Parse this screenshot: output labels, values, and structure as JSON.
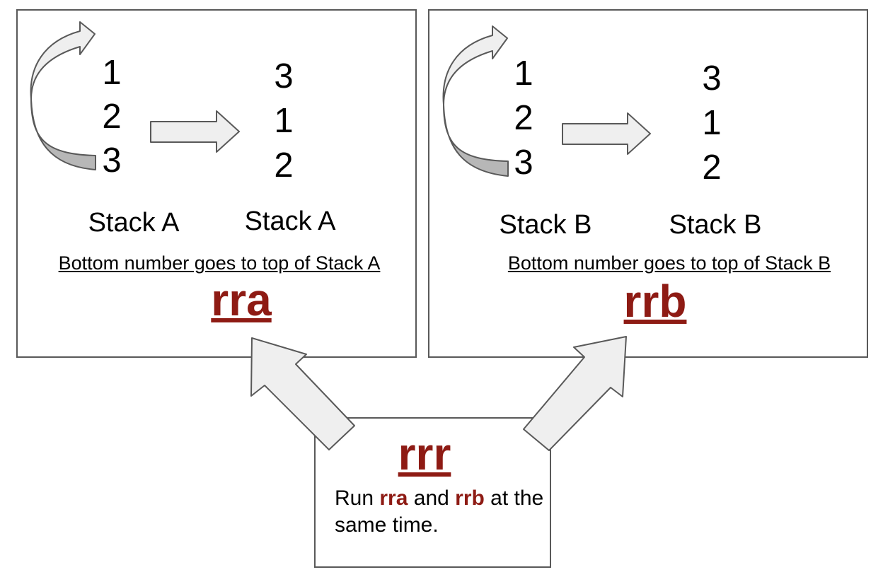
{
  "colors": {
    "accent": "#8e1b14",
    "arrow_fill": "#efefef",
    "arrow_dark": "#b7b7b7",
    "border": "#595959"
  },
  "icons": [
    "curved-rotate-arrow-icon",
    "right-arrow-icon",
    "up-arrow-icon"
  ],
  "panel_a": {
    "before": [
      "1",
      "2",
      "3"
    ],
    "after": [
      "3",
      "1",
      "2"
    ],
    "before_label": "Stack A",
    "after_label": "Stack A",
    "caption": "Bottom number goes to top of Stack A",
    "op": "rra"
  },
  "panel_b": {
    "before": [
      "1",
      "2",
      "3"
    ],
    "after": [
      "3",
      "1",
      "2"
    ],
    "before_label": "Stack B",
    "after_label": "Stack B",
    "caption": "Bottom number goes to top of Stack B",
    "op": "rrb"
  },
  "panel_rrr": {
    "op": "rrr",
    "desc_prefix": "Run ",
    "desc_op1": "rra",
    "desc_mid": " and ",
    "desc_op2": "rrb",
    "desc_suffix": " at the same time."
  }
}
